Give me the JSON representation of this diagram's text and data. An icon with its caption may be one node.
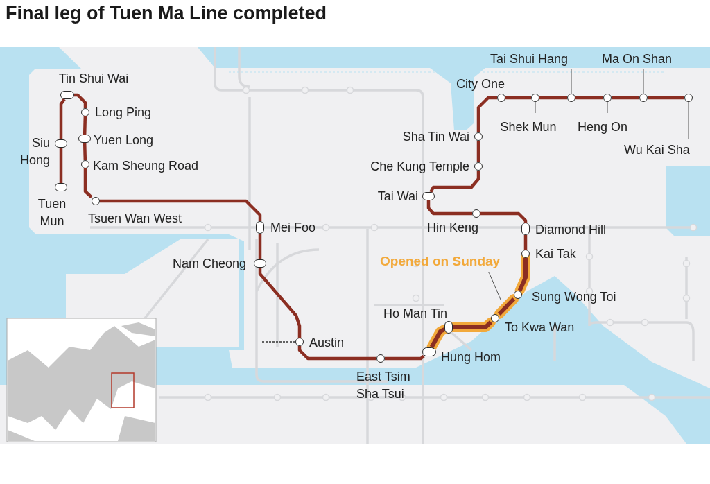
{
  "diagram": {
    "title": "Final leg of Tuen Ma Line completed",
    "nodes": [
      {
        "text": [],
        "shape": "circle",
        "beside": [
          "Tuen Mun"
        ]
      },
      {
        "text": [],
        "shape": "circle",
        "beside": [
          "Siu Hong"
        ]
      },
      {
        "text": [],
        "shape": "circle",
        "beside": [
          "Tin Shui Wai"
        ]
      },
      {
        "text": [],
        "shape": "circle",
        "beside": [
          "Long Ping"
        ]
      },
      {
        "text": [],
        "shape": "circle",
        "beside": [
          "Yuen Long"
        ]
      },
      {
        "text": [],
        "shape": "circle",
        "beside": [
          "Kam Sheung Road"
        ]
      },
      {
        "text": [],
        "shape": "circle",
        "beside": [
          "Tsuen Wan West"
        ]
      },
      {
        "text": [],
        "shape": "circle",
        "beside": [
          "Mei Foo"
        ]
      },
      {
        "text": [],
        "shape": "circle",
        "beside": [
          "Nam Cheong"
        ]
      },
      {
        "text": [],
        "shape": "circle",
        "beside": [
          "Austin"
        ]
      },
      {
        "text": [],
        "shape": "circle",
        "beside": [
          "East Tsim Sha Tsui"
        ]
      },
      {
        "text": [],
        "shape": "circle",
        "beside": [
          "Hung Hom"
        ]
      },
      {
        "text": [],
        "shape": "circle",
        "beside": [
          "Ho Man Tin"
        ]
      },
      {
        "text": [],
        "shape": "circle",
        "beside": [
          "To Kwa Wan"
        ]
      },
      {
        "text": [],
        "shape": "circle",
        "beside": [
          "Sung Wong Toi"
        ]
      },
      {
        "text": [],
        "shape": "circle",
        "beside": [
          "Kai Tak"
        ]
      },
      {
        "text": [],
        "shape": "circle",
        "beside": [
          "Diamond Hill"
        ]
      },
      {
        "text": [],
        "shape": "circle",
        "beside": [
          "Hin Keng"
        ]
      },
      {
        "text": [],
        "shape": "circle",
        "beside": [
          "Tai Wai"
        ]
      },
      {
        "text": [],
        "shape": "circle",
        "beside": [
          "Che Kung Temple"
        ]
      },
      {
        "text": [],
        "shape": "circle",
        "beside": [
          "Sha Tin Wai"
        ]
      },
      {
        "text": [],
        "shape": "circle",
        "beside": [
          "City One"
        ]
      },
      {
        "text": [],
        "shape": "circle",
        "beside": [
          "Shek Mun"
        ]
      },
      {
        "text": [],
        "shape": "circle",
        "beside": [
          "Tai Shui Hang"
        ]
      },
      {
        "text": [],
        "shape": "circle",
        "beside": [
          "Heng On"
        ]
      },
      {
        "text": [],
        "shape": "circle",
        "beside": [
          "Ma On Shan"
        ]
      },
      {
        "text": [],
        "shape": "circle",
        "beside": [
          "Wu Kai Sha"
        ]
      },
      {
        "text": [
          "Opened on Sunday"
        ]
      }
    ],
    "edges": [
      {
        "from": 0,
        "to": 1,
        "arrow": "none"
      },
      {
        "from": 1,
        "to": 2,
        "arrow": "none"
      },
      {
        "from": 2,
        "to": 3,
        "arrow": "none"
      },
      {
        "from": 3,
        "to": 4,
        "arrow": "none"
      },
      {
        "from": 4,
        "to": 5,
        "arrow": "none"
      },
      {
        "from": 5,
        "to": 6,
        "arrow": "none"
      },
      {
        "from": 6,
        "to": 7,
        "arrow": "none"
      },
      {
        "from": 7,
        "to": 8,
        "arrow": "none"
      },
      {
        "from": 8,
        "to": 9,
        "arrow": "none"
      },
      {
        "from": 9,
        "to": 10,
        "arrow": "none"
      },
      {
        "from": 10,
        "to": 11,
        "arrow": "none"
      },
      {
        "from": 11,
        "to": 12,
        "arrow": "none",
        "style": "thick",
        "color": "#f2a93b"
      },
      {
        "from": 12,
        "to": 13,
        "arrow": "none",
        "style": "thick",
        "color": "#f2a93b"
      },
      {
        "from": 13,
        "to": 14,
        "arrow": "none",
        "style": "thick",
        "color": "#f2a93b"
      },
      {
        "from": 14,
        "to": 15,
        "arrow": "none",
        "style": "thick",
        "color": "#f2a93b"
      },
      {
        "from": 15,
        "to": 16,
        "arrow": "none"
      },
      {
        "from": 16,
        "to": 17,
        "arrow": "none"
      },
      {
        "from": 17,
        "to": 18,
        "arrow": "none"
      },
      {
        "from": 18,
        "to": 19,
        "arrow": "none"
      },
      {
        "from": 19,
        "to": 20,
        "arrow": "none"
      },
      {
        "from": 20,
        "to": 21,
        "arrow": "none"
      },
      {
        "from": 21,
        "to": 22,
        "arrow": "none"
      },
      {
        "from": 22,
        "to": 23,
        "arrow": "none"
      },
      {
        "from": 23,
        "to": 24,
        "arrow": "none"
      },
      {
        "from": 24,
        "to": 25,
        "arrow": "none"
      },
      {
        "from": 25,
        "to": 26,
        "arrow": "none"
      },
      {
        "from": 27,
        "to": null,
        "arrow": "none",
        "color": "#555555"
      }
    ]
  }
}
